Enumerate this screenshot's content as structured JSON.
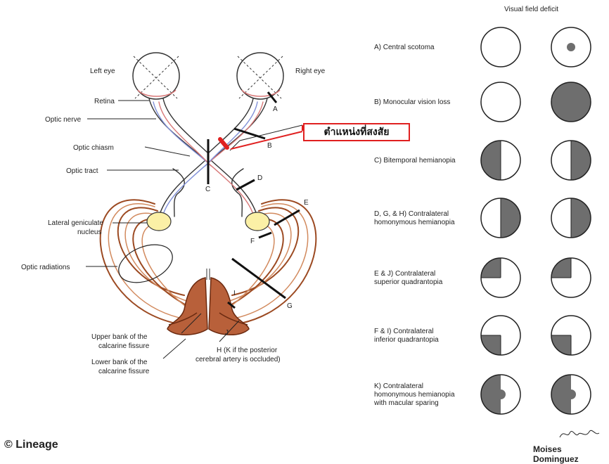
{
  "header": {
    "visual_field_title": "Visual field deficit"
  },
  "eye_labels": {
    "left": "Left eye",
    "right": "Right eye"
  },
  "anatomy_labels": {
    "retina": "Retina",
    "optic_nerve": "Optic nerve",
    "optic_chiasm": "Optic chiasm",
    "optic_tract": "Optic tract",
    "lgn_line1": "Lateral geniculate",
    "lgn_line2": "nucleus",
    "optic_radiations": "Optic radiations",
    "upper_bank_line1": "Upper bank of the",
    "upper_bank_line2": "calcarine fissure",
    "lower_bank_line1": "Lower bank of the",
    "lower_bank_line2": "calcarine fissure",
    "h_note_line1": "H (K if the posterior",
    "h_note_line2": "cerebral artery is occluded)"
  },
  "lesion_letters": {
    "a": "A",
    "b": "B",
    "c": "C",
    "d": "D",
    "e": "E",
    "f": "F",
    "g": "G",
    "i": "I",
    "j": "J"
  },
  "callout": {
    "text": "ตำแหน่งที่สงสัย",
    "color": "#e02020"
  },
  "deficits": [
    {
      "lines": [
        "A) Central scotoma"
      ],
      "type": "central"
    },
    {
      "lines": [
        "B) Monocular vision loss"
      ],
      "type": "monocular"
    },
    {
      "lines": [
        "C) Bitemporal hemianopia"
      ],
      "type": "bitemporal"
    },
    {
      "lines": [
        "D, G, & H) Contralateral",
        "homonymous hemianopia"
      ],
      "type": "homonymous"
    },
    {
      "lines": [
        "E & J) Contralateral",
        "superior quadrantopia"
      ],
      "type": "superior"
    },
    {
      "lines": [
        "F & I) Contralateral",
        "inferior quadrantopia"
      ],
      "type": "inferior"
    },
    {
      "lines": [
        "K) Contralateral",
        "homonymous hemianopia",
        "with macular sparing"
      ],
      "type": "macular"
    }
  ],
  "colors": {
    "deficit_fill": "#6e6e6e",
    "radiation_brown": "#9c4a22",
    "cortex_brown": "#b8603a",
    "lgn_yellow": "#fbf0a6",
    "nerve_blue": "#8090d8",
    "nerve_red": "#d87878",
    "lesion_red": "#e02020"
  },
  "footer": {
    "copyright": "© Lineage",
    "author": "Moises Dominguez"
  }
}
